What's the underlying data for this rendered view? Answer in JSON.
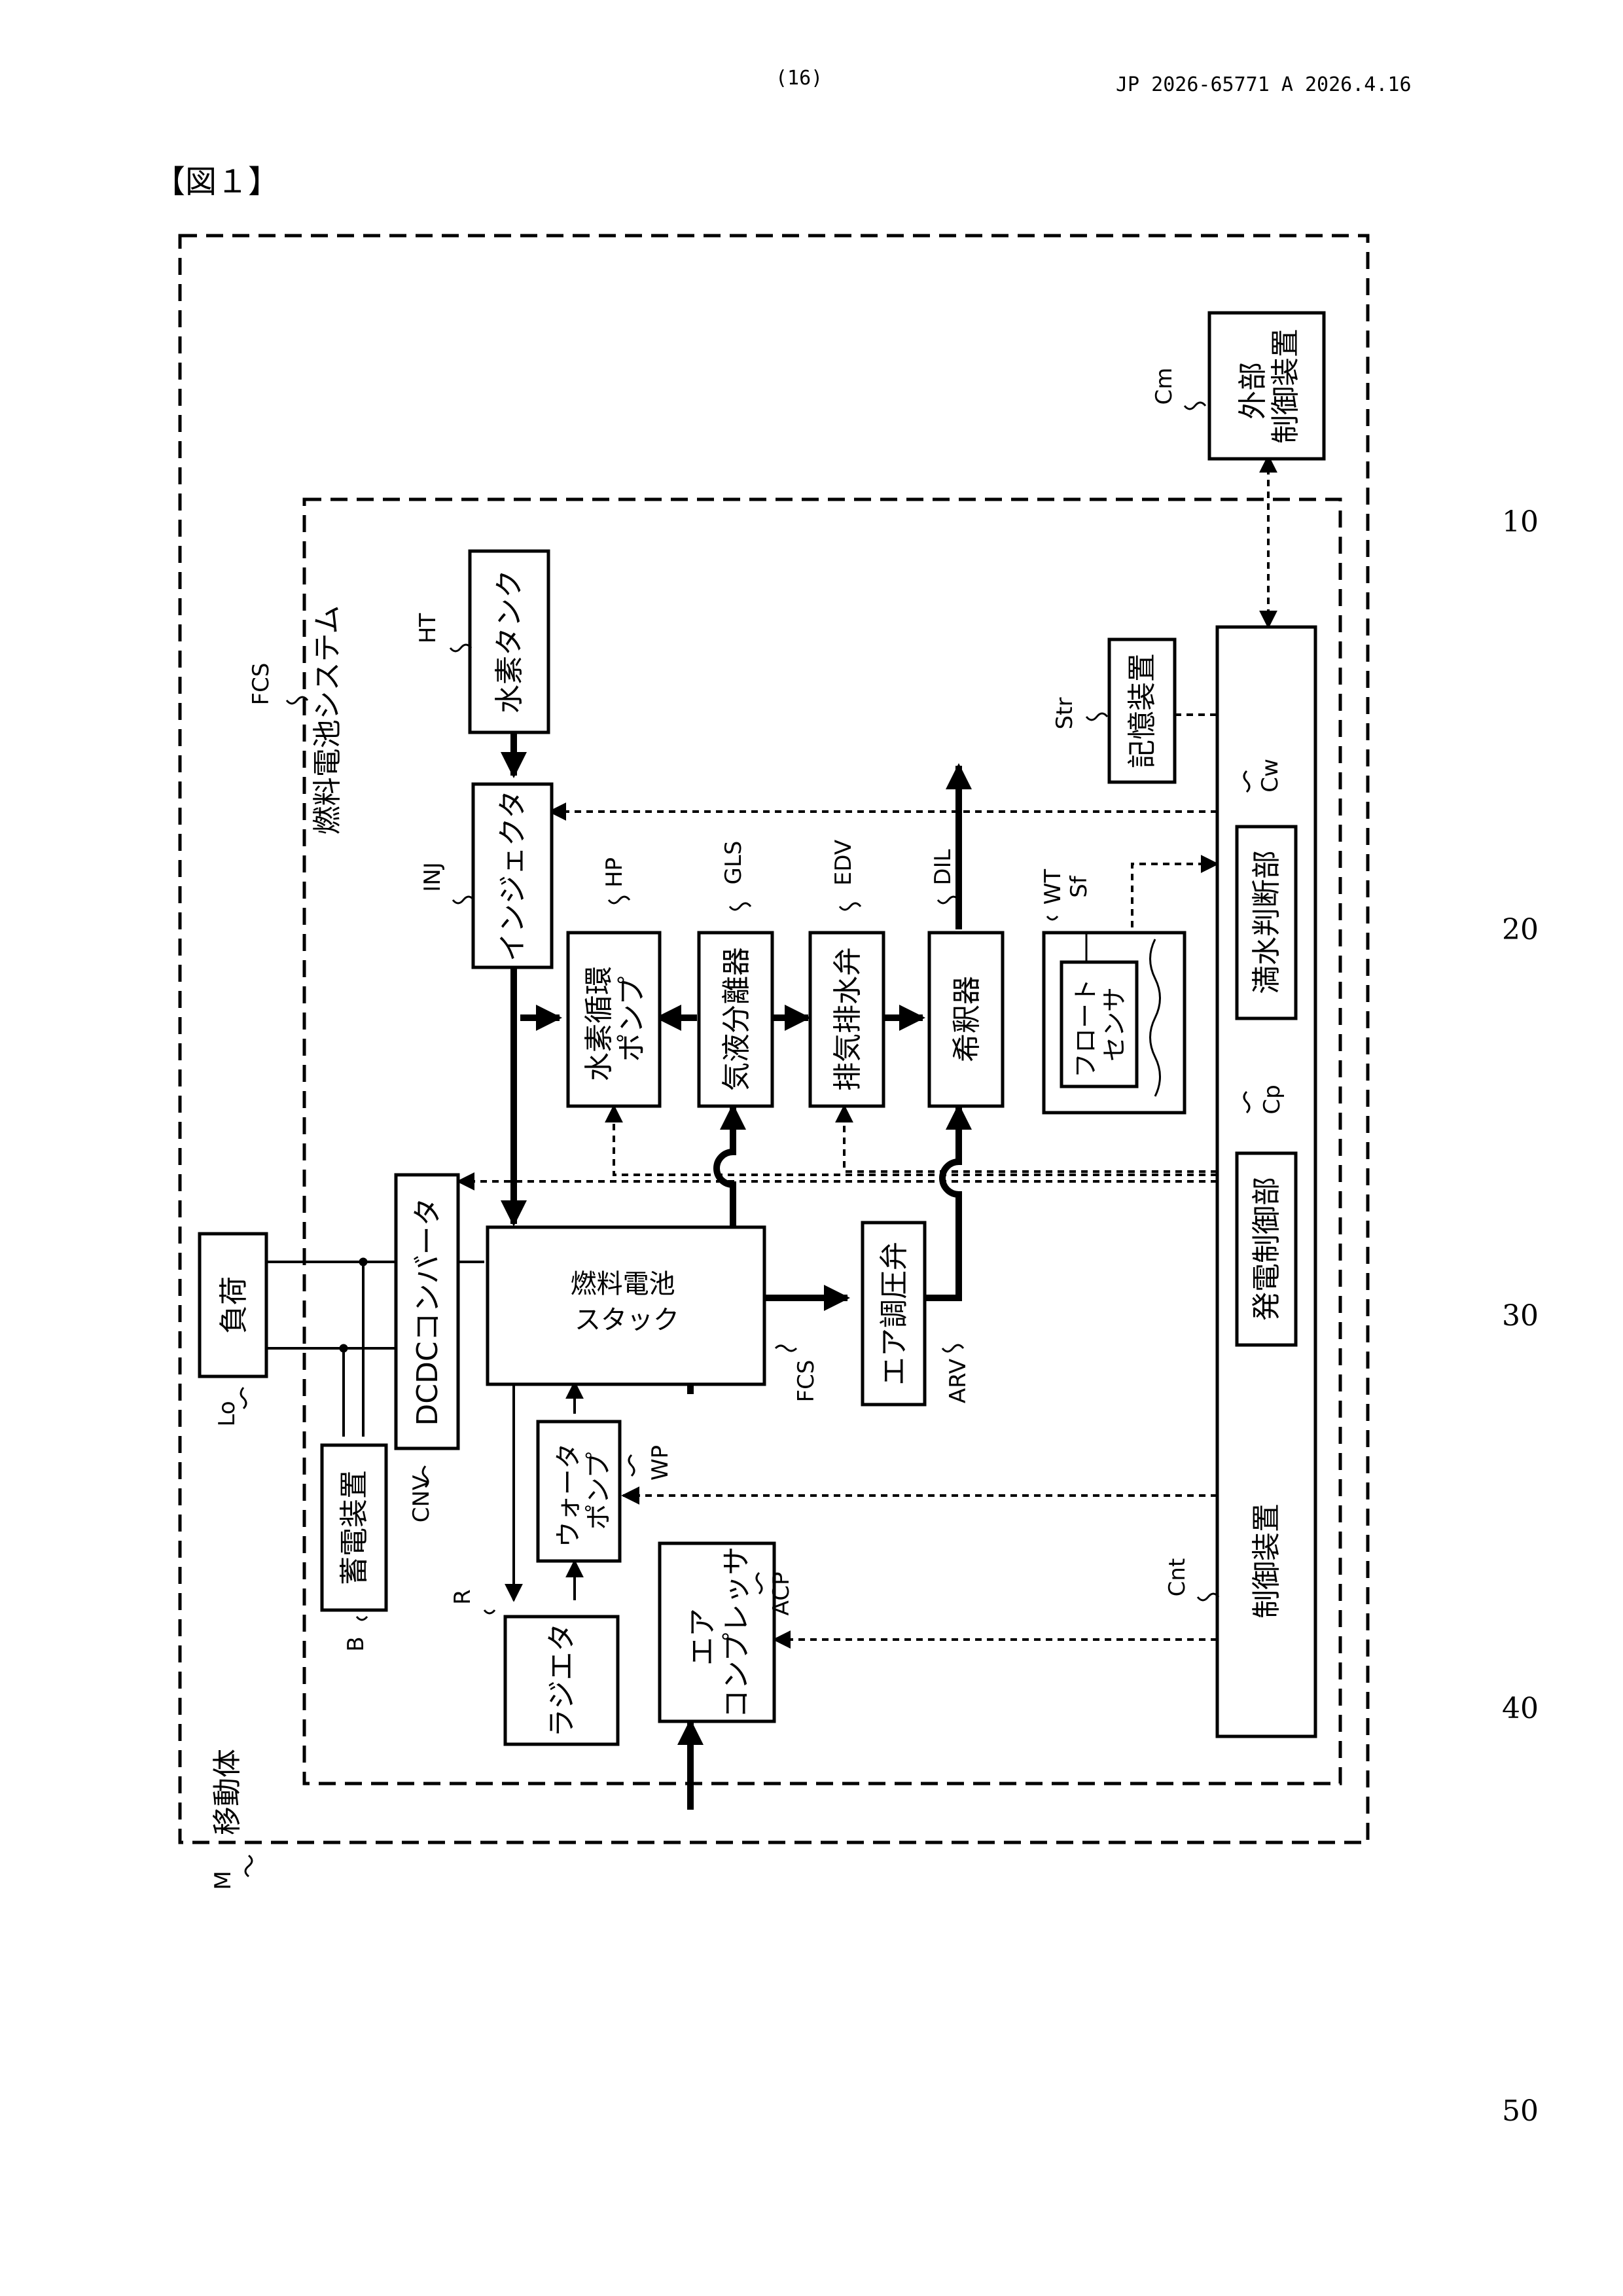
{
  "header": {
    "page_number": "(16)",
    "publication": "JP  2026-65771  A  2026.4.16"
  },
  "figure_label": "【図１】",
  "line_numbers": [
    "10",
    "20",
    "30",
    "40",
    "50"
  ],
  "labels": {
    "mobile_body": "移動体",
    "fcs_system": "燃料電池システム",
    "external_controller": "外部\n制御装置",
    "hydrogen_tank": "水素タンク",
    "injector": "インジェクタ",
    "hydrogen_pump": "水素循環\nポンプ",
    "gas_liquid_separator": "気液分離器",
    "exhaust_drain_valve": "排気排水弁",
    "diluter": "希釈器",
    "float_sensor": "フロート\nセンサ",
    "storage": "記憶装置",
    "water_full_judge": "満水判断部",
    "power_gen_control": "発電制御部",
    "controller": "制御装置",
    "load": "負荷",
    "dcdc": "DCDCコンバータ",
    "battery": "蓄電装置",
    "fc_stack": "燃料電池\nスタック",
    "air_valve": "エア調圧弁",
    "water_pump": "ウォータ\nポンプ",
    "radiator": "ラジエタ",
    "air_compressor": "エア\nコンプレッサ"
  },
  "refs": {
    "M": "M",
    "FCS_sys": "FCS",
    "Cm": "Cm",
    "HT": "HT",
    "INJ": "INJ",
    "HP": "HP",
    "GLS": "GLS",
    "EDV": "EDV",
    "DIL": "DIL",
    "WT": "WT",
    "Sf": "Sf",
    "Str": "Str",
    "Cw": "Cw",
    "Cp": "Cp",
    "Cnt": "Cnt",
    "Lo": "Lo",
    "CNV": "CNV",
    "B": "B",
    "FCS_stack": "FCS",
    "ARV": "ARV",
    "WP": "WP",
    "R": "R",
    "ACP": "ACP"
  }
}
